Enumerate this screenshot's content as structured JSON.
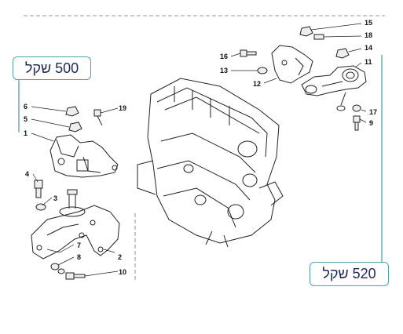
{
  "callouts": {
    "left_price": "500 שקל",
    "right_price": "520 שקל"
  },
  "part_numbers": [
    "1",
    "2",
    "3",
    "4",
    "5",
    "6",
    "7",
    "8",
    "9",
    "10",
    "11",
    "12",
    "13",
    "14",
    "15",
    "16",
    "17",
    "18",
    "19"
  ],
  "colors": {
    "callout_border": "#4fa3ad",
    "callout_text": "#1e2a57",
    "line_art": "#222222"
  }
}
